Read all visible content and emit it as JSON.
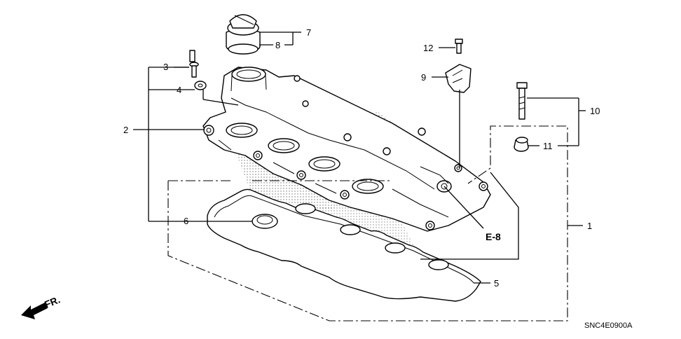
{
  "callouts": [
    {
      "id": "1",
      "label": "1"
    },
    {
      "id": "2",
      "label": "2"
    },
    {
      "id": "3",
      "label": "3"
    },
    {
      "id": "4",
      "label": "4"
    },
    {
      "id": "5",
      "label": "5"
    },
    {
      "id": "6",
      "label": "6"
    },
    {
      "id": "7",
      "label": "7"
    },
    {
      "id": "8",
      "label": "8"
    },
    {
      "id": "9",
      "label": "9"
    },
    {
      "id": "10",
      "label": "10"
    },
    {
      "id": "11",
      "label": "11"
    },
    {
      "id": "12",
      "label": "12"
    }
  ],
  "section_ref": "E-8",
  "front_marker": "FR.",
  "diagram_code": "SNC4E0900A"
}
